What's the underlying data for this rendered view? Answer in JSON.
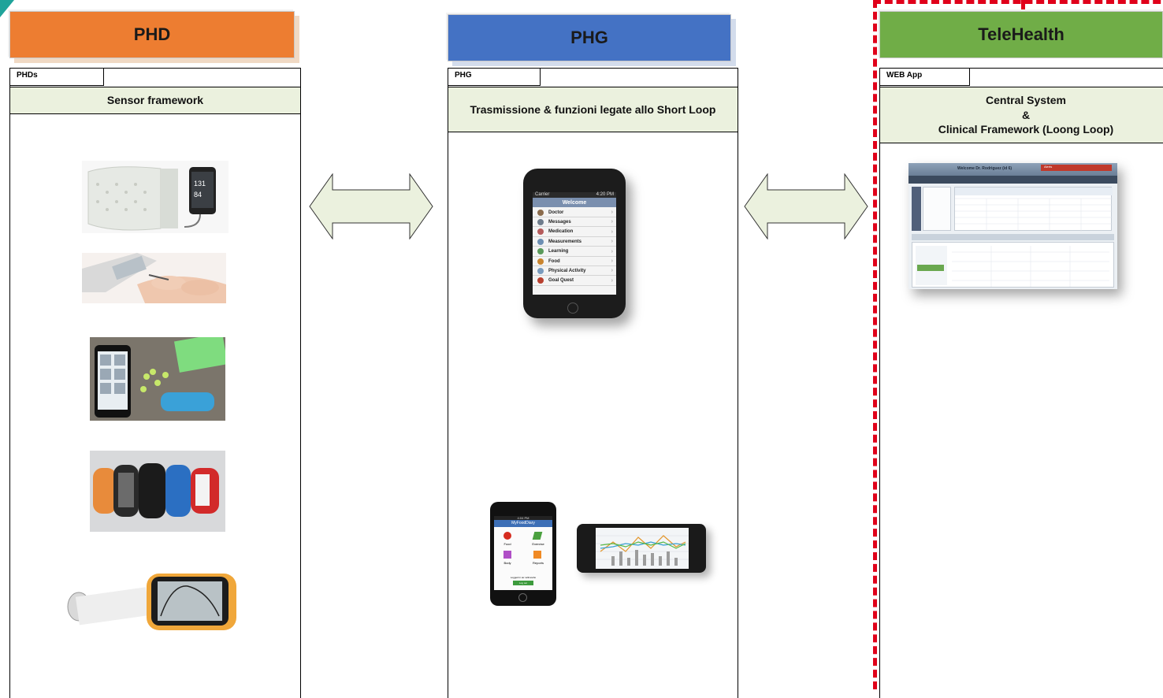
{
  "columns": {
    "phd": {
      "header": "PHD",
      "tab": "PHDs",
      "band": "Sensor framework"
    },
    "phg": {
      "header": "PHG",
      "tab": "PHG",
      "band": "Trasmissione & funzioni legate allo Short Loop"
    },
    "telehealth": {
      "header": "TeleHealth",
      "tab": "WEB App",
      "band_line1": "Central System",
      "band_line2": "&",
      "band_line3": "Clinical Framework (Loong Loop)"
    }
  },
  "phone_menu": {
    "carrier": "Carrier",
    "time": "4:20 PM",
    "title": "Welcome",
    "items": [
      "Doctor",
      "Messages",
      "Medication",
      "Measurements",
      "Learning",
      "Food",
      "Physical Activity",
      "Goal Quest"
    ]
  },
  "food_app": {
    "time": "4:04 PM",
    "title": "MyFoodDiary",
    "items": [
      "Food",
      "Exercise",
      "Body",
      "Reports"
    ],
    "button": "Log out",
    "line": "Logged in as: tellmewho"
  },
  "web_app": {
    "welcome": "Welcome Dr. Rodriguez (id 6)",
    "alert": "Alerts"
  },
  "colors": {
    "phd": "#ed7d31",
    "phg": "#4472c4",
    "telehealth": "#70ad47",
    "band": "#ebf1de",
    "arrow": "#ebf1de",
    "dashed_border": "#e0001a"
  }
}
